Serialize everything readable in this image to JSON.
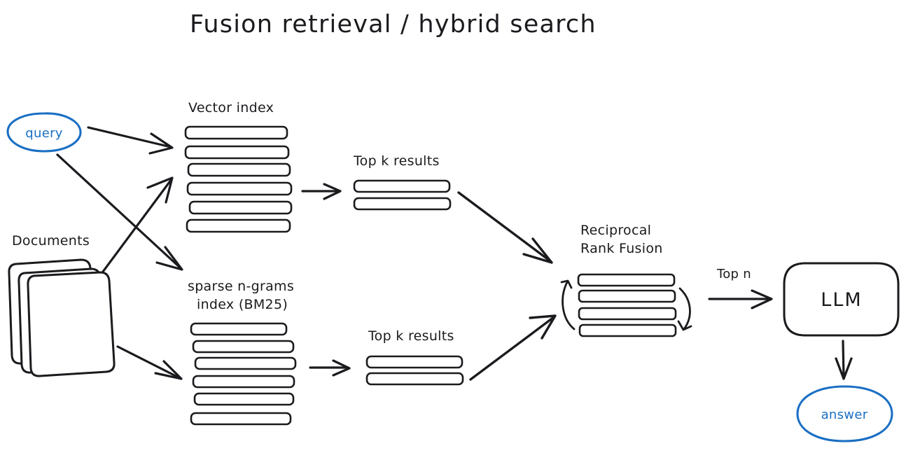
{
  "diagram": {
    "title": "Fusion retrieval / hybrid search",
    "background_color": "#ffffff",
    "ink_color": "#1b1b1f",
    "accent_color": "#1a6fc4"
  },
  "nodes": {
    "query": {
      "label": "query",
      "shape": "ellipse",
      "color": "#1a6fc4"
    },
    "documents": {
      "label": "Documents",
      "shape": "stacked-squares",
      "count": 3
    },
    "vector_index": {
      "label": "Vector index",
      "bars": 6
    },
    "sparse_index": {
      "label_line_1": "sparse n-grams",
      "label_line_2": "index (BM25)",
      "bars": 6
    },
    "topk_vector": {
      "label": "Top k results",
      "bars": 2
    },
    "topk_sparse": {
      "label": "Top k results",
      "bars": 2
    },
    "rrf": {
      "label_line_1": "Reciprocal",
      "label_line_2": "Rank Fusion",
      "bars": 4
    },
    "llm": {
      "label": "LLM",
      "shape": "rounded-rect"
    },
    "answer": {
      "label": "answer",
      "shape": "ellipse",
      "color": "#1a6fc4"
    }
  },
  "edges": {
    "query_to_vector": {
      "label": ""
    },
    "query_to_sparse": {
      "label": ""
    },
    "documents_to_vector": {
      "label": ""
    },
    "documents_to_sparse": {
      "label": ""
    },
    "vector_to_topk": {
      "label": ""
    },
    "sparse_to_topk": {
      "label": ""
    },
    "topk_vector_to_rrf": {
      "label": ""
    },
    "topk_sparse_to_rrf": {
      "label": ""
    },
    "rrf_to_llm": {
      "label": "Top n"
    },
    "llm_to_answer": {
      "label": ""
    }
  }
}
